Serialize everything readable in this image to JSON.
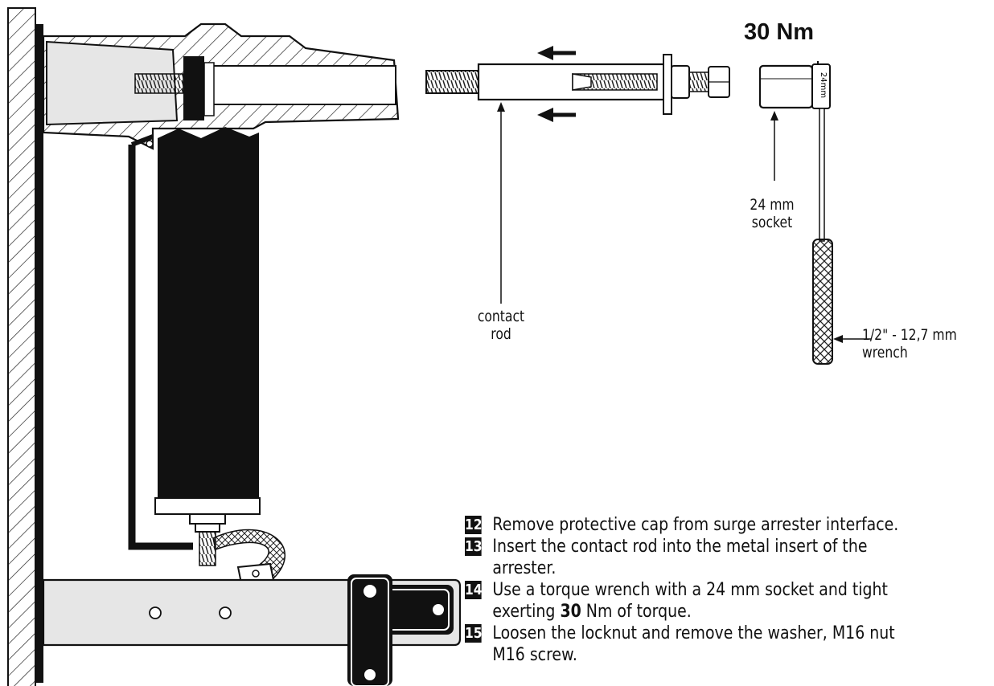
{
  "torque_value": "30 Nm",
  "labels": {
    "contact_rod_1": "contact",
    "contact_rod_2": "rod",
    "socket_1": "24 mm",
    "socket_2": "socket",
    "socket_marking": "24mm",
    "wrench_1": "1/2\" - 12,7 mm",
    "wrench_2": "wrench"
  },
  "steps": [
    {
      "num": "12",
      "line1": "Remove protective cap from surge arrester interface.",
      "line2": ""
    },
    {
      "num": "13",
      "line1": "Insert the contact rod into the metal insert of the",
      "line2": "arrester."
    },
    {
      "num": "14",
      "line1": "Use a torque wrench with a 24 mm socket and tight",
      "line2_pre": "exerting ",
      "line2_bold": "30",
      "line2_post": " Nm of torque."
    },
    {
      "num": "15",
      "line1": "Loosen the locknut and remove the washer, M16 nut",
      "line2": "M16 screw."
    }
  ]
}
